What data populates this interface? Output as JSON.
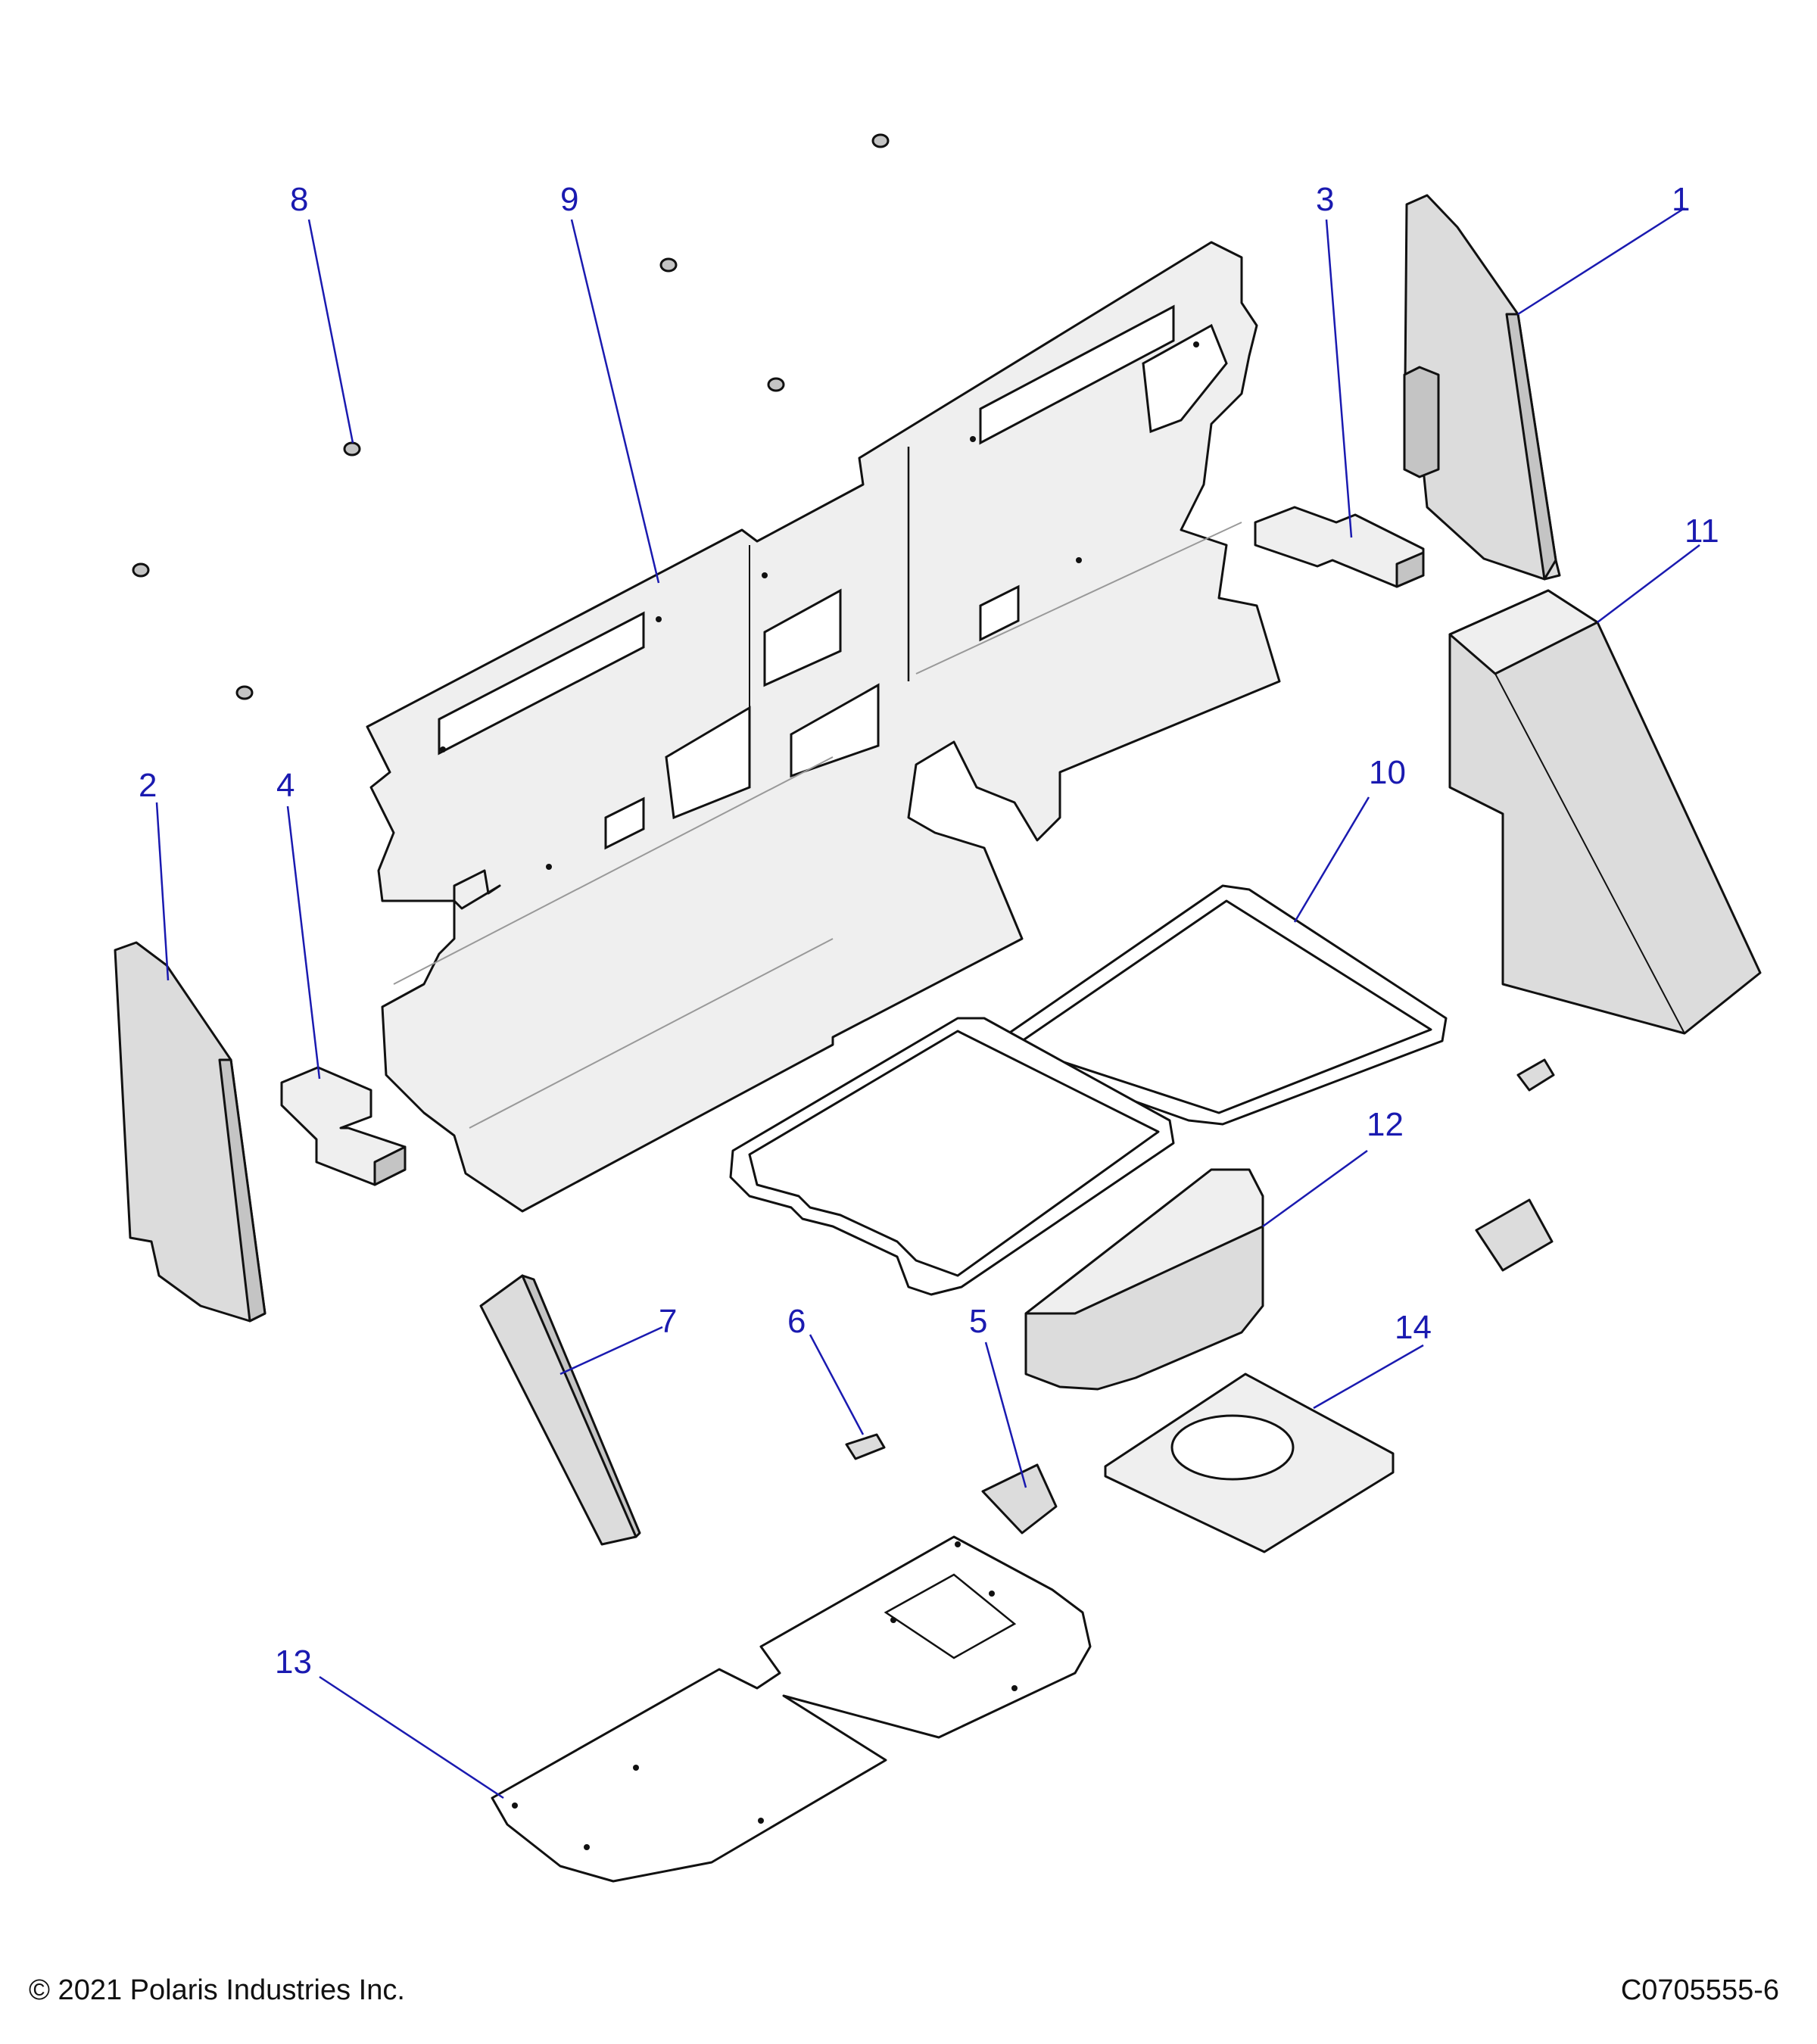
{
  "callouts": [
    {
      "id": "1",
      "label": "1"
    },
    {
      "id": "2",
      "label": "2"
    },
    {
      "id": "3",
      "label": "3"
    },
    {
      "id": "4",
      "label": "4"
    },
    {
      "id": "5",
      "label": "5"
    },
    {
      "id": "6",
      "label": "6"
    },
    {
      "id": "7",
      "label": "7"
    },
    {
      "id": "8",
      "label": "8"
    },
    {
      "id": "9",
      "label": "9"
    },
    {
      "id": "10",
      "label": "10"
    },
    {
      "id": "11",
      "label": "11"
    },
    {
      "id": "12",
      "label": "12"
    },
    {
      "id": "13",
      "label": "13"
    },
    {
      "id": "14",
      "label": "14"
    }
  ],
  "footer": {
    "copyright": "© 2021 Polaris Industries Inc.",
    "drawing_id": "C0705555-6"
  },
  "colors": {
    "callout": "#1a1ab0",
    "part_fill": "#dcdcdc",
    "line": "#111111"
  }
}
